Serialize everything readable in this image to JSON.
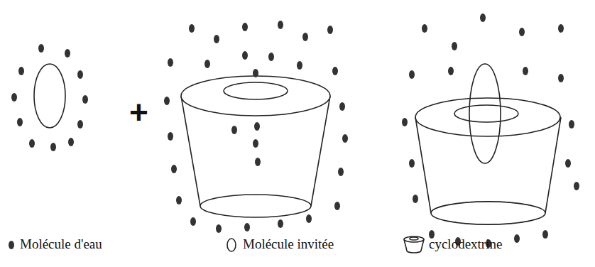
{
  "diagram": {
    "labels": [
      "+"
    ],
    "legend": [
      {
        "text": "Molécule d'eau"
      },
      {
        "text": "Molécule invitée"
      },
      {
        "text": "cyclodextrine"
      }
    ]
  }
}
